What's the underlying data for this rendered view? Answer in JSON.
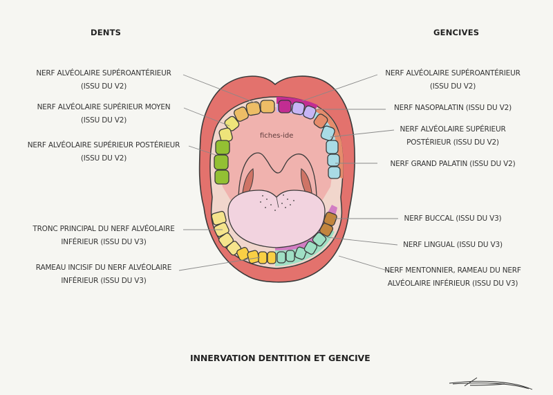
{
  "headings": {
    "left": "DENTS",
    "right": "GENCIVES"
  },
  "title": "INNERVATION DENTITION ET GENCIVE",
  "watermark": "fiches-ide",
  "colors": {
    "background": "#f6f6f2",
    "lips": "#e3726d",
    "oral_mucosa": "#f1d6cc",
    "palate": "#f0b2ae",
    "tongue": "#f2d3df",
    "outline": "#3a3a3a",
    "leader_line": "#888888"
  },
  "teeth_labels": [
    {
      "lines": [
        "NERF ALVÉOLAIRE SUPÉROANTÉRIEUR",
        "(ISSU DU V2)"
      ],
      "color": "#edbd66"
    },
    {
      "lines": [
        "NERF ALVÉOLAIRE SUPÉRIEUR MOYEN",
        "(ISSU DU V2)"
      ],
      "color": "#eee47a"
    },
    {
      "lines": [
        "NERF ALVÉOLAIRE SUPÉRIEUR POSTÉRIEUR",
        "(ISSU DU V2)"
      ],
      "color": "#93c033"
    },
    {
      "lines": [
        "TRONC PRINCIPAL DU NERF ALVÉOLAIRE",
        "INFÉRIEUR (ISSU DU V3)"
      ],
      "color": "#f5e48c"
    },
    {
      "lines": [
        "RAMEAU INCISIF DU NERF ALVÉOLAIRE",
        "INFÉRIEUR (ISSU DU V3)"
      ],
      "color": "#f9cf45"
    }
  ],
  "gum_labels": [
    {
      "lines": [
        "NERF ALVÉOLAIRE SUPÉROANTÉRIEUR",
        "(ISSU DU V2)"
      ],
      "color": "#c22d92"
    },
    {
      "lines": [
        "NERF NASOPALATIN (ISSU DU V2)"
      ],
      "color": "#c7b5f5"
    },
    {
      "lines": [
        "NERF ALVÉOLAIRE SUPÉRIEUR",
        "POSTÉRIEUR (ISSU DU V2)"
      ],
      "color": "#e58c6c"
    },
    {
      "lines": [
        "NERF GRAND PALATIN (ISSU DU V2)"
      ],
      "color": "#a9dbe5"
    },
    {
      "lines": [
        "NERF BUCCAL (ISSU DU V3)"
      ],
      "color": "#c2853e"
    },
    {
      "lines": [
        "NERF LINGUAL (ISSU DU V3)"
      ],
      "color": "#d27dc3"
    },
    {
      "lines": [
        "NERF MENTONNIER, RAMEAU DU NERF",
        "ALVÉOLAIRE INFÉRIEUR (ISSU DU V3)"
      ],
      "color": "#9fdfc4"
    }
  ]
}
